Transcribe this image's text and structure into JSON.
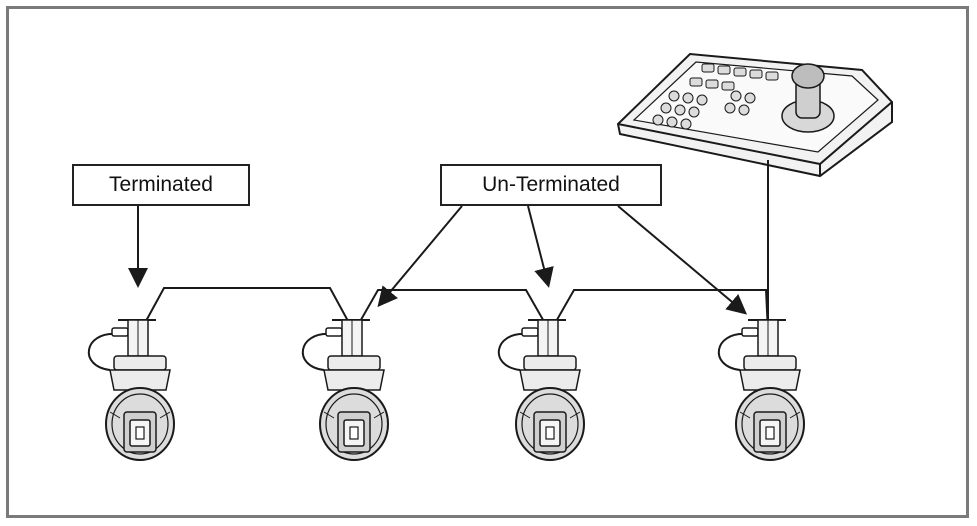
{
  "labels": {
    "terminated": "Terminated",
    "un_terminated": "Un-Terminated"
  },
  "devices": {
    "controller": "keyboard-controller",
    "cameras": [
      "ptz-camera-1",
      "ptz-camera-2",
      "ptz-camera-3",
      "ptz-camera-4"
    ]
  },
  "colors": {
    "line": "#1a1a1a",
    "camera_fill": "#ececec",
    "frame": "#7a7a7a"
  }
}
